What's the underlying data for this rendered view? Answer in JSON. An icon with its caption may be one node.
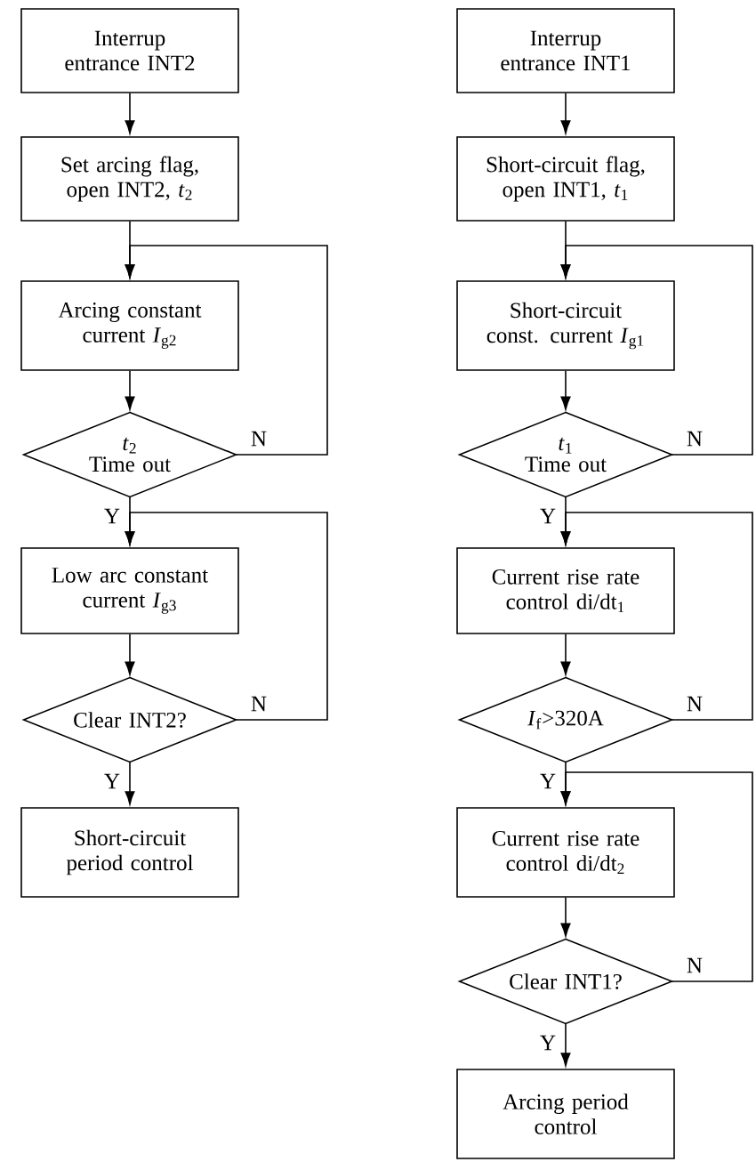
{
  "diagram": {
    "nodes": [
      {
        "text": [
          "Interrup entrance INT2"
        ]
      },
      {
        "text": [
          "Set arcing flag, open INT2, *t*$_{2}$"
        ]
      },
      {
        "text": [
          "Arcing constant current *I*$_{g2}$"
        ]
      },
      {
        "text": [
          "*t*$_{2}$",
          "Time out"
        ]
      },
      {
        "text": [
          "Low arc constant current *I*$_{g3}$"
        ]
      },
      {
        "text": [
          "Clear INT2?"
        ]
      },
      {
        "text": [
          "Short-circuit period control"
        ]
      },
      {
        "text": [
          "Interrup entrance INT1"
        ]
      },
      {
        "text": [
          "Short-circuit flag, open INT1, *t*$_{1}$"
        ]
      },
      {
        "text": [
          "Short-circuit const. current *I*$_{g1}$"
        ]
      },
      {
        "text": [
          "*t*$_{1}$",
          "Time out"
        ]
      },
      {
        "text": [
          "Current rise rate control di/dt$_{1}$"
        ]
      },
      {
        "text": [
          "*I*$_{f}$>320A"
        ]
      },
      {
        "text": [
          "Current rise rate control di/dt$_{2}$"
        ]
      },
      {
        "text": [
          "Clear INT1?"
        ]
      },
      {
        "text": [
          "Arcing period control"
        ]
      }
    ],
    "edges": [
      {
        "from": 0,
        "to": 1,
        "arrow": "to"
      },
      {
        "from": 1,
        "to": 2,
        "arrow": "to"
      },
      {
        "from": 2,
        "to": 3,
        "arrow": "to"
      },
      {
        "from": 3,
        "to": 2,
        "arrow": "to",
        "label": "N"
      },
      {
        "from": 3,
        "to": 4,
        "arrow": "to",
        "label": "Y"
      },
      {
        "from": 4,
        "to": 5,
        "arrow": "to"
      },
      {
        "from": 5,
        "to": 4,
        "arrow": "to",
        "label": "N"
      },
      {
        "from": 5,
        "to": 6,
        "arrow": "to",
        "label": "Y"
      },
      {
        "from": 7,
        "to": 8,
        "arrow": "to"
      },
      {
        "from": 8,
        "to": 9,
        "arrow": "to"
      },
      {
        "from": 9,
        "to": 10,
        "arrow": "to"
      },
      {
        "from": 10,
        "to": 9,
        "arrow": "to",
        "label": "N"
      },
      {
        "from": 10,
        "to": 11,
        "arrow": "to",
        "label": "Y"
      },
      {
        "from": 11,
        "to": 12,
        "arrow": "to"
      },
      {
        "from": 12,
        "to": 11,
        "arrow": "to",
        "label": "N"
      },
      {
        "from": 12,
        "to": 13,
        "arrow": "to",
        "label": "Y"
      },
      {
        "from": 13,
        "to": 14,
        "arrow": "to"
      },
      {
        "from": 14,
        "to": 13,
        "arrow": "to",
        "label": "N"
      },
      {
        "from": 14,
        "to": 15,
        "arrow": "to",
        "label": "Y"
      }
    ]
  }
}
